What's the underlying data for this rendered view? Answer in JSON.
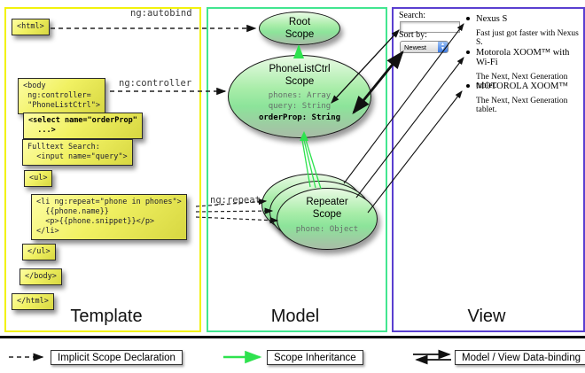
{
  "columns": {
    "template_label": "Template",
    "model_label": "Model",
    "view_label": "View"
  },
  "template": {
    "html_open": "<html>",
    "body_open": "<body\n ng:controller=\n \"PhoneListCtrl\">",
    "select_box": "<select name=\"orderProp\"\n  ...>",
    "fulltext_box": "Fulltext Search:\n  <input name=\"query\">",
    "ul_open": "<ul>",
    "li_box": "<li ng:repeat=\"phone in phones\">\n  {{phone.name}}\n  <p>{{phone.snippet}}</p>\n</li>",
    "ul_close": "</ul>",
    "body_close": "</body>",
    "html_close": "</html>",
    "autobind_label": "ng:autobind",
    "controller_label": "ng:controller",
    "repeat_label": "ng:repeat"
  },
  "model": {
    "root_scope_title": "Root\nScope",
    "phonelist_scope_title": "PhoneListCtrl\nScope",
    "phonelist_prop_1": "phones: Array",
    "phonelist_prop_2": "query: String",
    "phonelist_prop_bold": "orderProp: String",
    "repeater_scope_title": "Repeater\nScope",
    "repeater_prop": "phone: Object"
  },
  "view": {
    "search_label": "Search:",
    "search_value": "",
    "sort_label": "Sort by:",
    "sort_selected": "Newest",
    "phones": [
      {
        "name": "Nexus S",
        "snippet": "Fast just got faster with Nexus S."
      },
      {
        "name": "Motorola XOOM™ with Wi-Fi",
        "snippet": "The Next, Next Generation tablet."
      },
      {
        "name": "MOTOROLA XOOM™",
        "snippet": "The Next, Next Generation tablet."
      }
    ]
  },
  "legend": {
    "implicit_label": "Implicit Scope Declaration",
    "inheritance_label": "Scope Inheritance",
    "databinding_label": "Model / View Data-binding"
  },
  "colors": {
    "template_border": "#f2f20c",
    "model_border": "#42e690",
    "view_border": "#5a3fd0",
    "inheritance_green": "#2ee24e",
    "box_yellow": "#f1f163"
  }
}
